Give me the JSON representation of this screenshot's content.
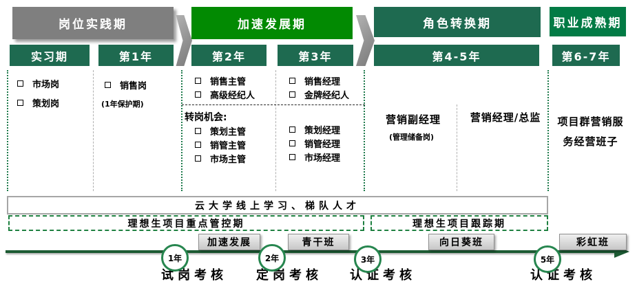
{
  "colors": {
    "gray_header": "#7F7F7F",
    "bright_green": "#028A02",
    "dark_green": "#1E6A50",
    "medium_green": "#027B45",
    "timeline_green": "#1D5B33",
    "circle_green": "#27864F",
    "dashed_border_green": "#1E8040"
  },
  "stages": [
    {
      "label": "岗位实践期"
    },
    {
      "label": "加速发展期"
    },
    {
      "label": "角色转换期"
    },
    {
      "label": "职业成熟期"
    }
  ],
  "years": [
    {
      "label": "实习期"
    },
    {
      "label": "第1年"
    },
    {
      "label": "第2年"
    },
    {
      "label": "第3年"
    },
    {
      "label": "第4-5年"
    },
    {
      "label": "第6-7年"
    }
  ],
  "columns": {
    "internship": {
      "items": [
        "市场岗",
        "策划岗"
      ]
    },
    "year1": {
      "item": "销售岗",
      "note": "(1年保护期)"
    },
    "year2": {
      "promotion": [
        "销售主管",
        "高级经纪人"
      ],
      "transfer_title": "转岗机会:",
      "transfer": [
        "策划主管",
        "销管主管",
        "市场主管"
      ]
    },
    "year3": {
      "promotion": [
        "销售经理",
        "金牌经纪人"
      ],
      "transfer": [
        "策划经理",
        "销管经理",
        "市场经理"
      ]
    },
    "year45": {
      "primary": "营销副经理",
      "primary_note": "(管理储备岗)",
      "secondary": "营销经理/总监"
    },
    "year67": {
      "line1": "项目群营销服",
      "line2": "务经营班子"
    }
  },
  "bottom": {
    "training_bar": "云大学线上学习、梯队人才",
    "control_period": "理想生项目重点管控期",
    "tracking_period": "理想生项目跟踪期",
    "classes": [
      {
        "label": "加速发展"
      },
      {
        "label": "青干班"
      },
      {
        "label": "向日葵班"
      },
      {
        "label": "彩虹班"
      }
    ],
    "milestones": [
      {
        "year": "1年",
        "label": "试岗考核"
      },
      {
        "year": "2年",
        "label": "定岗考核"
      },
      {
        "year": "3年",
        "label": "认证考核"
      },
      {
        "year": "5年",
        "label": "认证考核"
      }
    ]
  }
}
